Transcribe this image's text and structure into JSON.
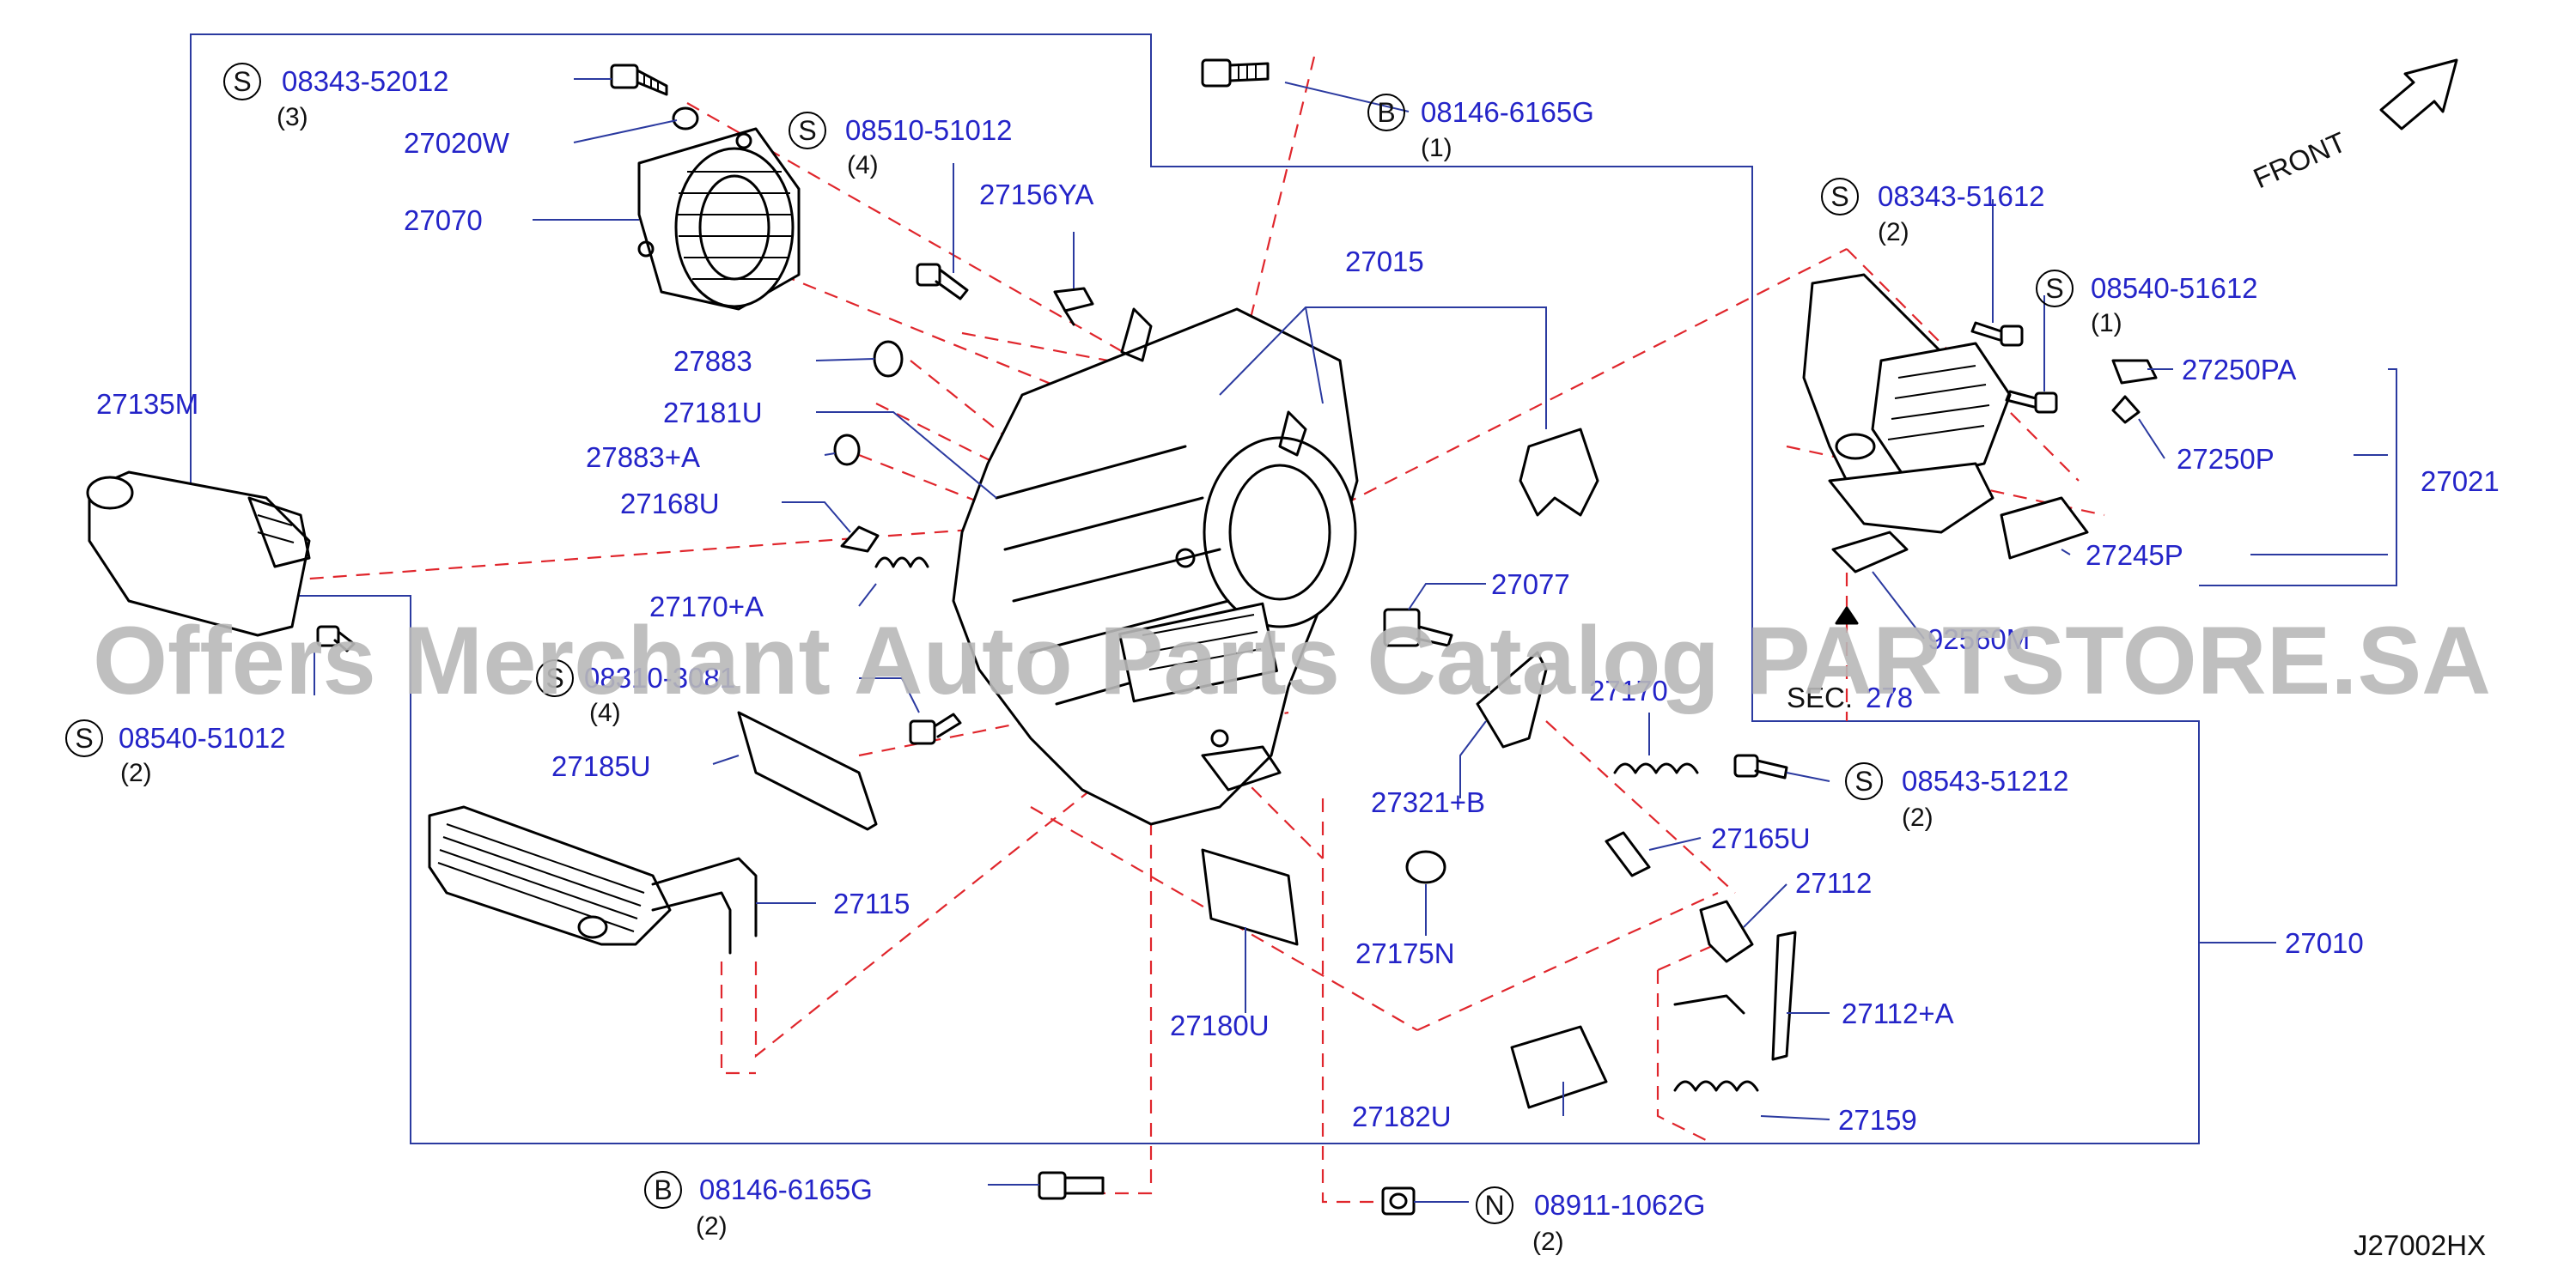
{
  "parts": [
    {
      "id": "p1",
      "label": "08343-52012",
      "prefix": "S",
      "qty": "(3)"
    },
    {
      "id": "p2",
      "label": "27020W"
    },
    {
      "id": "p3",
      "label": "27070"
    },
    {
      "id": "p4",
      "label": "08510-51012",
      "prefix": "S",
      "qty": "(4)"
    },
    {
      "id": "p5",
      "label": "27156YA"
    },
    {
      "id": "p6",
      "label": "08146-6165G",
      "prefix": "B",
      "qty": "(1)"
    },
    {
      "id": "p7",
      "label": "27015"
    },
    {
      "id": "p8",
      "label": "27883"
    },
    {
      "id": "p9",
      "label": "27181U"
    },
    {
      "id": "p10",
      "label": "27883+A"
    },
    {
      "id": "p11",
      "label": "27168U"
    },
    {
      "id": "p12",
      "label": "27170+A"
    },
    {
      "id": "p13",
      "label": "27135M"
    },
    {
      "id": "p14",
      "label": "08540-51012",
      "prefix": "S",
      "qty": "(2)"
    },
    {
      "id": "p15",
      "label": "08310-3081",
      "prefix": "S",
      "qty": "(4)"
    },
    {
      "id": "p16",
      "label": "27185U"
    },
    {
      "id": "p17",
      "label": "27115"
    },
    {
      "id": "p18",
      "label": "27077"
    },
    {
      "id": "p19",
      "label": "27321+B"
    },
    {
      "id": "p20",
      "label": "27175N"
    },
    {
      "id": "p21",
      "label": "27180U"
    },
    {
      "id": "p22",
      "label": "08343-51612",
      "prefix": "S",
      "qty": "(2)"
    },
    {
      "id": "p23",
      "label": "08540-51612",
      "prefix": "S",
      "qty": "(1)"
    },
    {
      "id": "p24",
      "label": "27250PA"
    },
    {
      "id": "p25",
      "label": "27250P"
    },
    {
      "id": "p26",
      "label": "27021"
    },
    {
      "id": "p27",
      "label": "27245P"
    },
    {
      "id": "p28",
      "label": "92560M"
    },
    {
      "id": "p29",
      "label": "27170"
    },
    {
      "id": "p30",
      "label": "08543-51212",
      "prefix": "S",
      "qty": "(2)"
    },
    {
      "id": "p31",
      "label": "27165U"
    },
    {
      "id": "p32",
      "label": "27112"
    },
    {
      "id": "p33",
      "label": "27112+A"
    },
    {
      "id": "p34",
      "label": "27010"
    },
    {
      "id": "p35",
      "label": "27182U"
    },
    {
      "id": "p36",
      "label": "27159"
    },
    {
      "id": "p37",
      "label": "08146-6165G",
      "prefix": "B",
      "qty": "(2)"
    },
    {
      "id": "p38",
      "label": "08911-1062G",
      "prefix": "N",
      "qty": "(2)"
    }
  ],
  "sec_ref": {
    "prefix": "SEC.",
    "number": "278"
  },
  "front_label": "FRONT",
  "diagram_code": "J27002HX",
  "watermark": "Offers Merchant Auto Parts Catalog PARTSTORE.SA",
  "colors": {
    "part_number": "#2424c8",
    "leader_line": "#2b3aa0",
    "phantom_line": "#e0262c",
    "outline": "#000000",
    "watermark": "#b9b9b9"
  }
}
